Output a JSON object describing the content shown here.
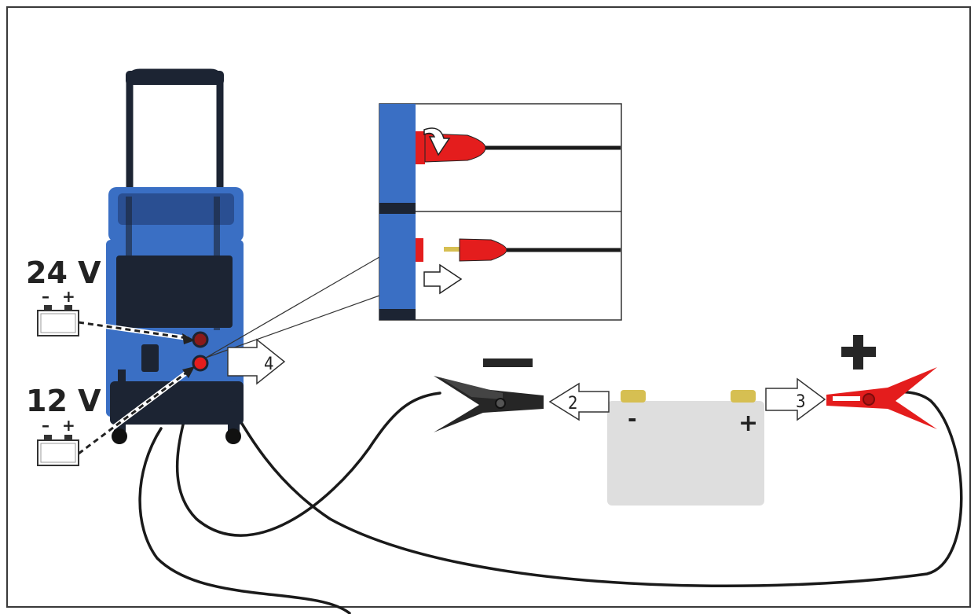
{
  "labels": {
    "v24": "24 V",
    "v12": "12 V",
    "minus_sign": "–",
    "plus_sign": "+",
    "arrow_2": "2",
    "arrow_3": "3",
    "arrow_4": "4",
    "battery_minus": "-",
    "battery_plus": "+"
  },
  "colors": {
    "charger_blue": "#3a6fc4",
    "charger_dark": "#1c2433",
    "clamp_black": "#262626",
    "clamp_red": "#e41d1d",
    "battery_body": "#dedede",
    "terminal_gold": "#d6bf52",
    "cable": "#1a1a1a"
  },
  "icons": [
    "battery-24v-icon",
    "battery-12v-icon",
    "negative-clamp-icon",
    "positive-clamp-icon",
    "battery-icon"
  ]
}
